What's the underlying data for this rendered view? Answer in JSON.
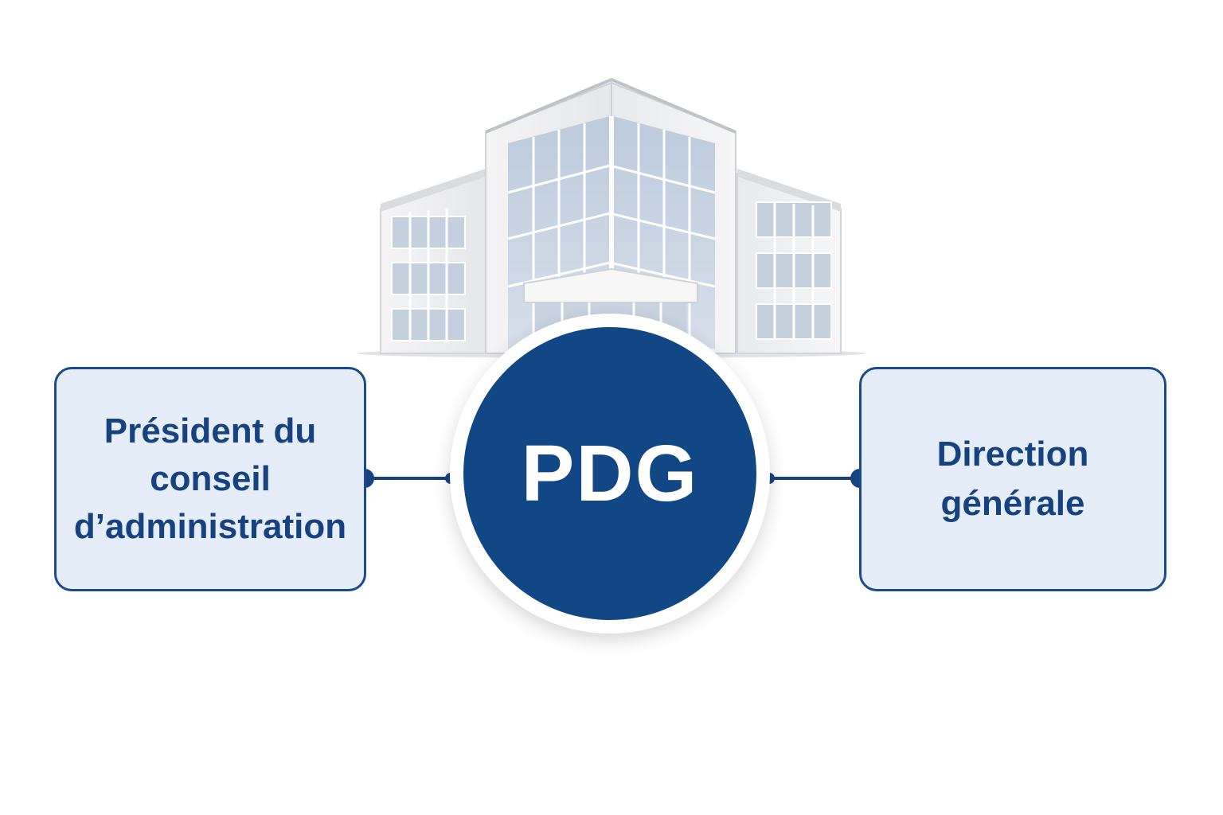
{
  "colors": {
    "primary": "#124786",
    "box_fill": "#e4edf8",
    "box_border": "#1b4b8f",
    "box_text": "#16437f",
    "connector": "#16437f"
  },
  "icons": {
    "building": "office-building-icon"
  },
  "center": {
    "label": "PDG"
  },
  "left_box": {
    "lines": [
      "Président du",
      "conseil",
      "d’administration"
    ]
  },
  "right_box": {
    "lines": [
      "Direction",
      "générale"
    ]
  }
}
